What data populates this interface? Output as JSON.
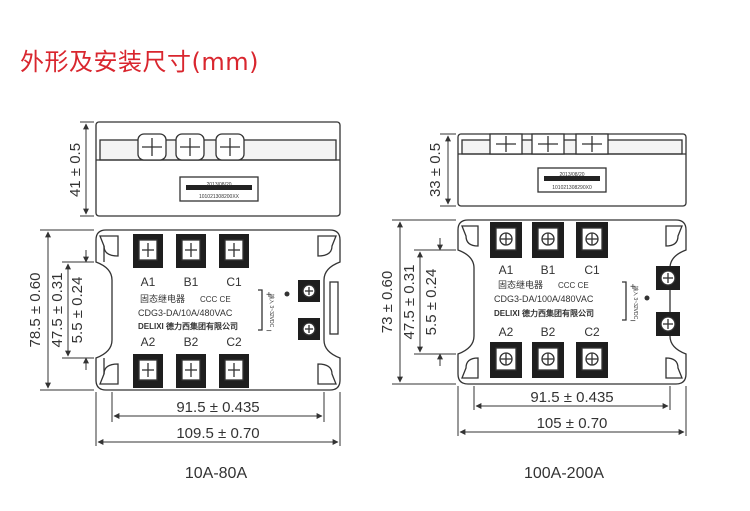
{
  "title": "外形及安装尺寸(mm)",
  "left": {
    "caption": "10A-80A",
    "dims": {
      "height_top": "41 ± 0.5",
      "height_total": "78.5 ± 0.60",
      "height_mount": "47.5 ± 0.31",
      "height_small": "5.5 ± 0.24",
      "width_mount": "91.5 ± 0.435",
      "width_total": "109.5 ± 0.70"
    },
    "terminals_top": [
      "A1",
      "B1",
      "C1"
    ],
    "terminals_bottom": [
      "A2",
      "B2",
      "C2"
    ],
    "product_name": "固态继电器",
    "cert_marks": "CCC CE",
    "model": "CDG3-DA/10A/480VAC",
    "brand": "DELIXI 德力西集团有限公司",
    "label_date": "2013/08/20",
    "label_code": "101021308200XX",
    "input_spec": "输入 3~32VDC",
    "plus": "+",
    "minus": "−"
  },
  "right": {
    "caption": "100A-200A",
    "dims": {
      "height_top": "33 ± 0.5",
      "height_total": "73 ± 0.60",
      "height_mount": "47.5 ± 0.31",
      "height_small": "5.5 ± 0.24",
      "width_mount": "91.5 ± 0.435",
      "width_total": "105 ± 0.70"
    },
    "terminals_top": [
      "A1",
      "B1",
      "C1"
    ],
    "terminals_bottom": [
      "A2",
      "B2",
      "C2"
    ],
    "product_name": "固态继电器",
    "cert_marks": "CCC CE",
    "model": "CDG3-DA/100A/480VAC",
    "brand": "DELIXI 德力西集团有限公司",
    "label_date": "2013/08/20",
    "label_code": "101021308290X0",
    "input_spec": "输入 3~32VDC",
    "plus": "+",
    "minus": "−"
  }
}
